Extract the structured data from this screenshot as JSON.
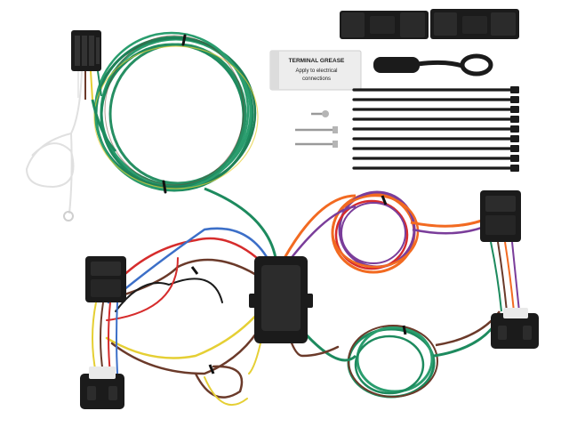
{
  "grease_packet": {
    "title": "TERMINAL GREASE",
    "line1": "Apply to electrical",
    "line2": "connections"
  },
  "colors": {
    "green": "#1d8a5e",
    "teal": "#2a9d6e",
    "white_wire": "#e9e9e9",
    "brown": "#6b3a2a",
    "yellow": "#e5cf34",
    "orange": "#f26a21",
    "red": "#d62c2c",
    "purple": "#7a3d9a",
    "blue": "#3c6fc8",
    "black_part": "#1b1b1b"
  },
  "icons": {
    "four_pin_connector": "flat-4-pole-trailer-plug",
    "converter_box": "tail-light-converter-module",
    "zip_ties": "cable-ties",
    "screws": "mounting-screws",
    "brackets": "mounting-brackets"
  }
}
